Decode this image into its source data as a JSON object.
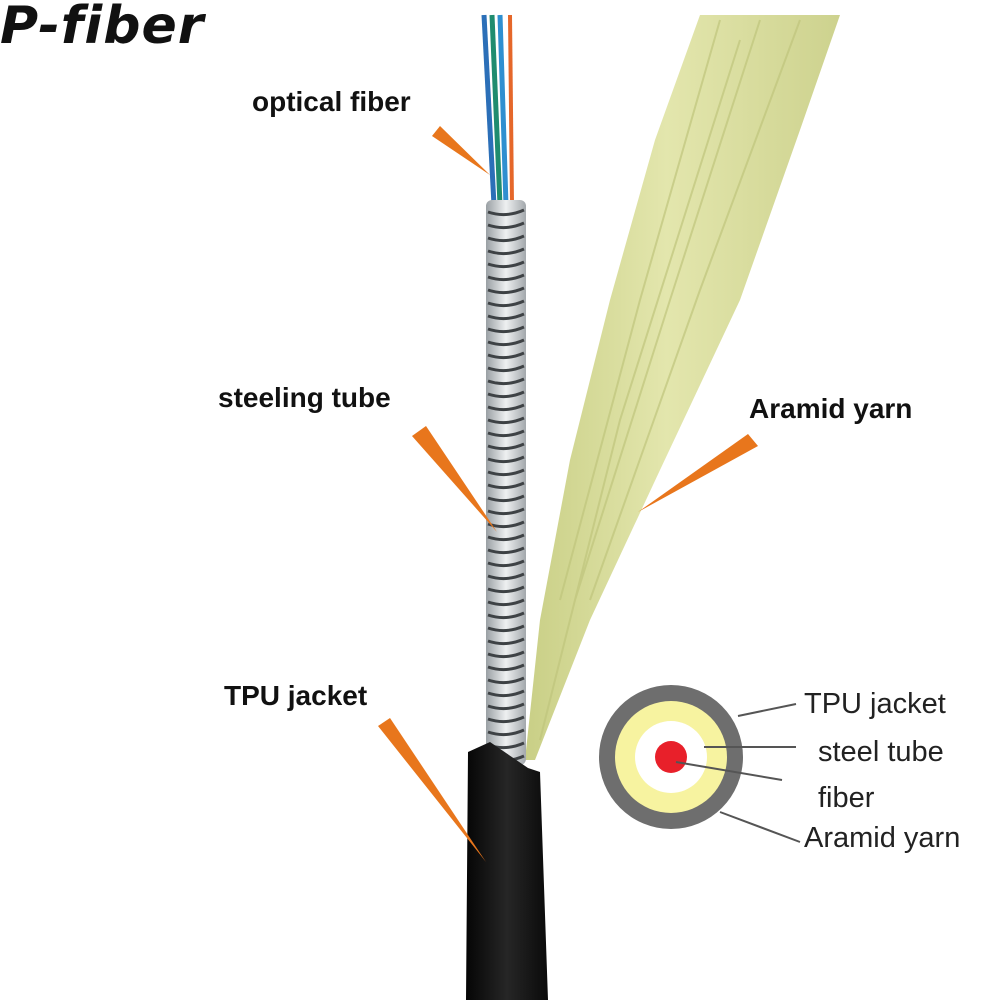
{
  "brand": "P-fiber",
  "callouts": {
    "optical_fiber": "optical fiber",
    "steeling_tube": "steeling tube",
    "aramid_yarn": "Aramid yarn",
    "tpu_jacket": "TPU jacket"
  },
  "cross_section_legend": {
    "tpu_jacket": "TPU jacket",
    "steel_tube": "steel tube",
    "fiber": "fiber",
    "aramid_yarn": "Aramid yarn"
  },
  "colors": {
    "pointer": "#e8761c",
    "jacket": "#111111",
    "yarn": "#d9dd9a",
    "tube": "#cfd3d6",
    "fiber_core": "#e8202a",
    "ring_outer": "#6e6e6e",
    "ring_yarn": "#f7f3a0"
  }
}
